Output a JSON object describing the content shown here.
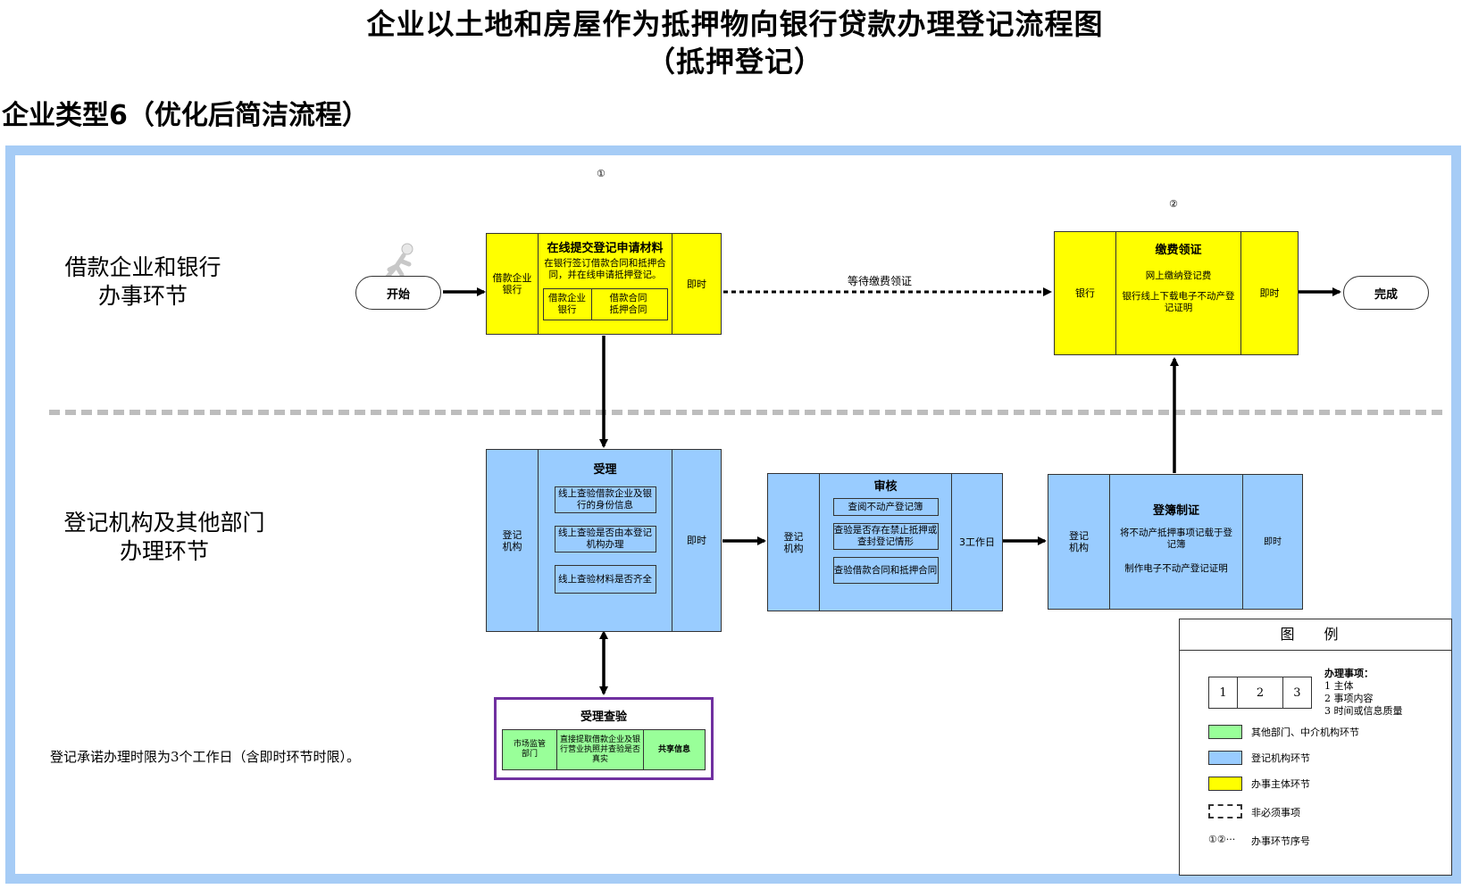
{
  "title_line1": "企业以土地和房屋作为抵押物向银行贷款办理登记流程图",
  "title_line2": "（抵押登记）",
  "subtitle": "企业类型6（优化后简洁流程）",
  "lanes": {
    "top": "借款企业和银行办事环节",
    "top_l1": "借款企业和银行",
    "top_l2": "办事环节",
    "bottom_l1": "登记机构及其他部门",
    "bottom_l2": "办理环节"
  },
  "markers": {
    "m1": "①",
    "m2": "②"
  },
  "start": "开始",
  "end": "完成",
  "wait_label": "等待缴费领证",
  "step1": {
    "subject": "借款企业银行",
    "subject_l1": "借款企业",
    "subject_l2": "银行",
    "head": "在线提交登记申请材料",
    "text": "在银行签订借款合同和抵押合同，并在线申请抵押登记。",
    "inner_left_l1": "借款企业",
    "inner_left_l2": "银行",
    "inner_right_l1": "借款合同",
    "inner_right_l2": "抵押合同",
    "time": "即时"
  },
  "step_pay": {
    "subject": "银行",
    "head": "缴费领证",
    "line1": "网上缴纳登记费",
    "line2": "银行线上下载电子不动产登记证明",
    "time": "即时"
  },
  "step_accept": {
    "subject_l1": "登记",
    "subject_l2": "机构",
    "head": "受理",
    "items": [
      "线上查验借款企业及银行的身份信息",
      "线上查验是否由本登记机构办理",
      "线上查验材料是否齐全"
    ],
    "time": "即时"
  },
  "step_review": {
    "subject_l1": "登记",
    "subject_l2": "机构",
    "head": "审核",
    "items": [
      "查阅不动产登记簿",
      "查验是否存在禁止抵押或查封登记情形",
      "查验借款合同和抵押合同"
    ],
    "time": "3工作日"
  },
  "step_register": {
    "subject_l1": "登记",
    "subject_l2": "机构",
    "head": "登簿制证",
    "line1": "将不动产抵押事项记载于登记簿",
    "line2": "制作电子不动产登记证明",
    "time": "即时"
  },
  "step_check": {
    "head": "受理查验",
    "left_l1": "市场监管",
    "left_l2": "部门",
    "middle": "直接提取借款企业及银行营业执照并查验是否真实",
    "right": "共享信息"
  },
  "note": "登记承诺办理时限为3个工作日（含即时环节时限）。",
  "legend": {
    "title": "图 例",
    "cells": [
      "1",
      "2",
      "3"
    ],
    "heading": "办理事项：",
    "items": [
      "1 主体",
      "2 事项内容",
      "3 时间或信息质量"
    ],
    "green": "其他部门、中介机构环节",
    "blue": "登记机构环节",
    "yellow": "办事主体环节",
    "dashed": "非必须事项",
    "circles_symbol": "①②···",
    "circles": "办事环节序号",
    "colors": {
      "green": "#99ff99",
      "blue": "#99ccff",
      "yellow": "#ffff00"
    }
  }
}
